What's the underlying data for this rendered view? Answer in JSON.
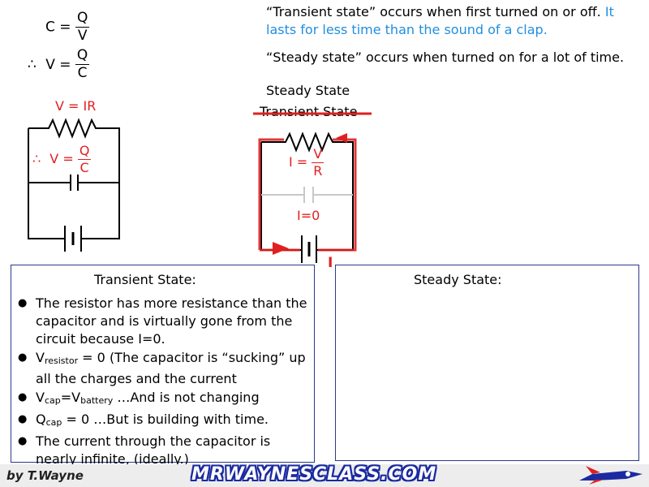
{
  "formulas": {
    "c_lhs": "C =",
    "c_num": "Q",
    "c_den": "V",
    "therefore": "∴",
    "v_lhs": "V =",
    "v_num": "Q",
    "v_den": "C"
  },
  "left_circuit": {
    "resistor_label": "V = IR",
    "cap_therefore": "∴",
    "cap_lhs": "V =",
    "cap_num": "Q",
    "cap_den": "C"
  },
  "intro": {
    "line1_black": "“Transient state” occurs when first turned on or off.",
    "line1_blue": "It lasts for less time than the sound of a clap.",
    "line2": "“Steady state” occurs when turned on for a lot of time."
  },
  "right_circuit": {
    "label_steady": "Steady State",
    "label_transient": "Transient State",
    "i_lhs": "I =",
    "i_num": "V",
    "i_den": "R",
    "cap_current": "I=0",
    "current_label": "I"
  },
  "transient_box": {
    "title": "Transient State:",
    "p1": "The resistor has more resistance than the capacitor and is virtually gone from the circuit because I=0.",
    "p2_v": "V",
    "p2_sub": "resistor",
    "p2_rest": " = 0 (The capacitor is “sucking” up all the charges and the current",
    "p3_v": "V",
    "p3_sub": "cap",
    "p3_eq": "=V",
    "p3_sub2": "battery",
    "p3_rest": " …And is not changing",
    "p4_q": "Q",
    "p4_sub": "cap",
    "p4_rest": " = 0 …But is building with time.",
    "p5": "The current through the capacitor is nearly infinite, (ideally.)"
  },
  "steady_box": {
    "title": "Steady State:"
  },
  "footer": {
    "author": "by T.Wayne",
    "brand": "MRWAYNESCLASS.COM"
  },
  "colors": {
    "highlight": "#e02020",
    "blue_text": "#1e8fe0",
    "box_border": "#2a3a8a"
  }
}
